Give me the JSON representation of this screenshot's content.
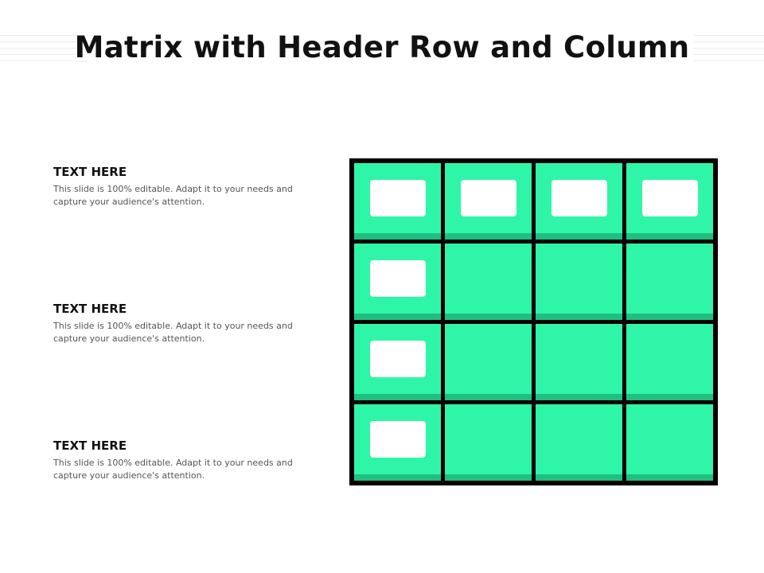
{
  "title": "Matrix with Header Row and Column",
  "colors": {
    "cell": "#2ef5a8",
    "cell_shade": "#1fbf82",
    "grid": "#000000",
    "label_box": "#ffffff"
  },
  "text_blocks": [
    {
      "heading": "TEXT HERE",
      "body": "This slide is 100% editable. Adapt it to your needs and capture your audience's attention."
    },
    {
      "heading": "TEXT HERE",
      "body": "This slide is 100% editable. Adapt it to your needs and capture your audience's attention."
    },
    {
      "heading": "TEXT HERE",
      "body": "This slide is 100% editable. Adapt it to your needs and capture your audience's attention."
    }
  ],
  "matrix": {
    "rows": 4,
    "columns": 4,
    "header_row": true,
    "header_column": true
  }
}
